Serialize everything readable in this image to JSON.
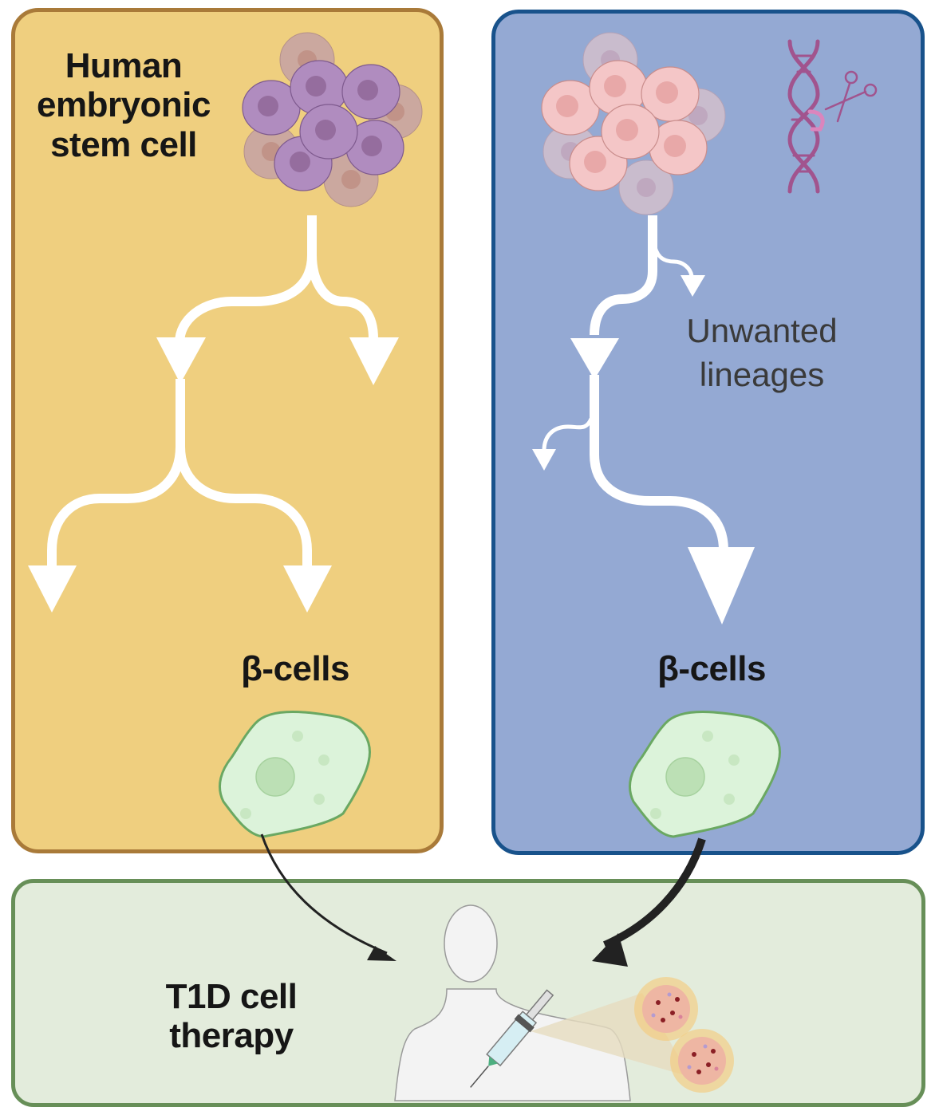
{
  "panels": {
    "left": {
      "title": "Human embryonic stem cell",
      "title_lines": [
        "Human",
        "embryonic",
        "stem cell"
      ],
      "result_label": "β-cells",
      "fill": "#efcf7f",
      "border": "#a97a39"
    },
    "right": {
      "side_label_lines": [
        "Unwanted",
        "lineages"
      ],
      "result_label": "β-cells",
      "fill": "#94a9d3",
      "border": "#18528b"
    },
    "bottom": {
      "title_lines": [
        "T1D cell",
        "therapy"
      ],
      "fill": "#e3ecdc",
      "border": "#678f58"
    }
  },
  "icons": {
    "stem_cell_cluster": "stem-cell-cluster-icon",
    "edited_cell_cluster": "edited-cell-cluster-icon",
    "dna_scissors": "dna-editing-scissors-icon",
    "beta_cell": "beta-cell-icon",
    "human_body": "human-torso-icon",
    "syringe": "syringe-icon",
    "islets": "pancreatic-islet-icon"
  },
  "colors": {
    "arrow_white": "#ffffff",
    "arrow_black": "#222222",
    "beta_cell_fill": "#dcf3da",
    "beta_cell_border": "#6aa862",
    "dna": "#a1548e"
  }
}
